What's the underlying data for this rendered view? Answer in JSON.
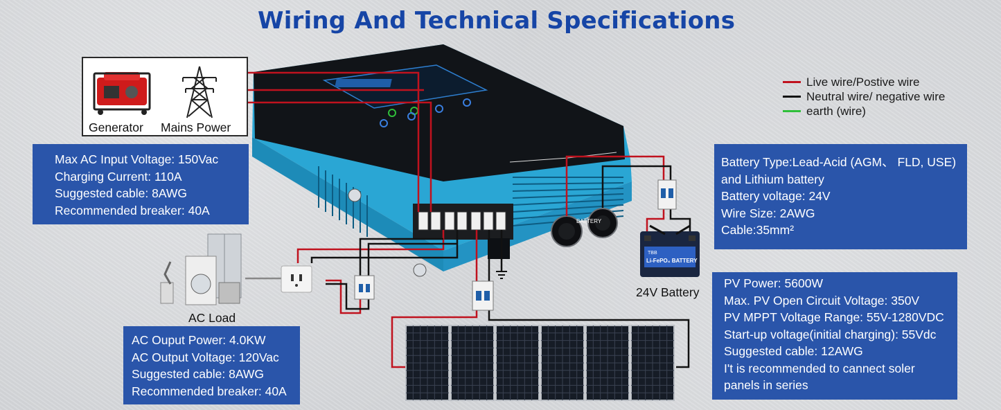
{
  "title": "Wiring And Technical Specifications",
  "legend": [
    {
      "label": "Live wire/Postive wire",
      "color": "#c0121e"
    },
    {
      "label": "Neutral wire/ negative wire",
      "color": "#111111"
    },
    {
      "label": "earth (wire)",
      "color": "#2fbf3a"
    }
  ],
  "sources": {
    "generator": "Generator",
    "mains": "Mains Power"
  },
  "input_specs": [
    "Max AC Input Voltage: 150Vac",
    "Charging Current: 110A",
    "Suggested cable: 8AWG",
    "Recommended breaker: 40A"
  ],
  "output_specs": [
    "AC Ouput Power: 4.0KW",
    "AC Output Voltage: 120Vac",
    "Suggested cable: 8AWG",
    "Recommended breaker: 40A"
  ],
  "battery_specs": [
    "Battery Type:Lead-Acid (AGM、 FLD, USE)",
    "and Lithium battery",
    "Battery voltage: 24V",
    "Wire Size: 2AWG",
    "Cable:35mm²"
  ],
  "pv_specs": [
    "PV Power: 5600W",
    "Max.  PV Open Circuit Voltage: 350V",
    "PV MPPT Voltage Range: 55V-1280VDC",
    "Start-up voltage(initial charging): 55Vdc",
    "Suggested cable: 12AWG",
    "I't is recommended to cannect soler",
    "panels in series"
  ],
  "labels": {
    "ac_load": "AC Load",
    "battery": "24V Battery",
    "battery_brand": "TBB",
    "battery_product": "Li-FePO₄ BATTERY",
    "inverter_port": "BATTERY"
  },
  "colors": {
    "box_blue": "#2a55aa",
    "title_blue": "#1645a6",
    "inverter_cyan": "#2aa6d4",
    "inverter_top": "#111418"
  }
}
